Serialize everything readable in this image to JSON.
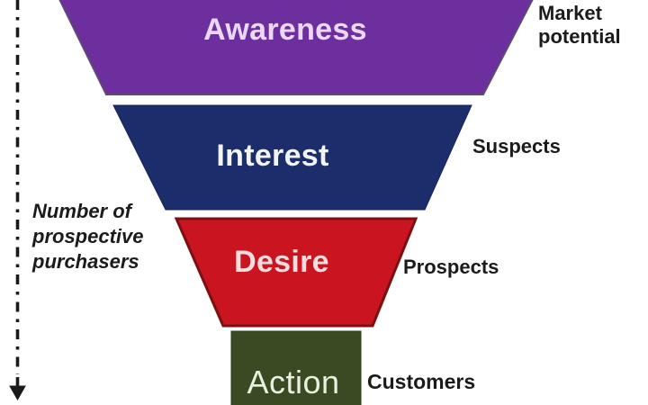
{
  "diagram": {
    "type": "marketing-funnel",
    "axis_label": "Number of\nprospective\npurchasers",
    "arrow_color": "#1a1a1a",
    "side_label_color": "#1b1b1b",
    "stages": [
      {
        "label": "Awareness",
        "side_label": "Market\npotential",
        "fill": "#6e2f9e",
        "border": "#5c4a72",
        "label_color": "#ead9f6"
      },
      {
        "label": "Interest",
        "side_label": "Suspects",
        "fill": "#1c2d6b",
        "border": "#16235a",
        "label_color": "#f3f4f8"
      },
      {
        "label": "Desire",
        "side_label": "Prospects",
        "fill": "#ca141f",
        "border": "#7a1012",
        "label_color": "#f6dcdd"
      },
      {
        "label": "Action",
        "side_label": "Customers",
        "fill": "#3a4b24",
        "border": "#2e3d1e",
        "label_color": "#e9f0e0"
      }
    ]
  }
}
